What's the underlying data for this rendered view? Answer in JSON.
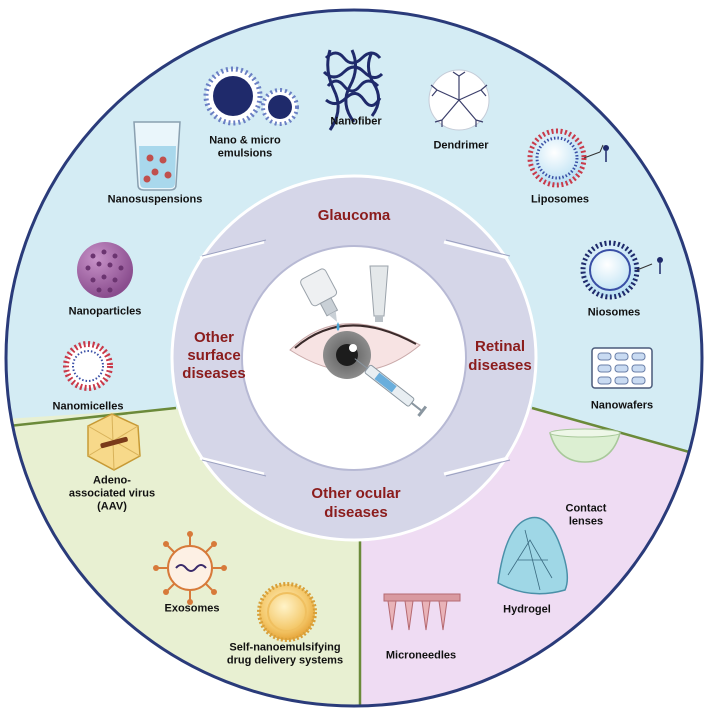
{
  "disease_segments": {
    "top": "Glaucoma",
    "right_line1": "Retinal",
    "right_line2": "diseases",
    "bottom_line1": "Other ocular",
    "bottom_line2": "diseases",
    "left_line1": "Other",
    "left_line2": "surface",
    "left_line3": "diseases"
  },
  "carriers": {
    "nano_micro_emulsions_1": "Nano & micro",
    "nano_micro_emulsions_2": "emulsions",
    "nanofiber": "Nanofiber",
    "dendrimer": "Dendrimer",
    "liposomes": "Liposomes",
    "nanosuspensions": "Nanosuspensions",
    "nanoparticles": "Nanoparticles",
    "niosomes": "Niosomes",
    "nanomicelles": "Nanomicelles",
    "nanowafers": "Nanowafers",
    "aav_1": "Adeno-",
    "aav_2": "associated virus",
    "aav_3": "(AAV)",
    "exosomes": "Exosomes",
    "snedds_1": "Self-nanoemulsifying",
    "snedds_2": "drug delivery systems",
    "contact_lenses_1": "Contact",
    "contact_lenses_2": "lenses",
    "hydrogel": "Hydrogel",
    "microneedles": "Microneedles"
  },
  "colors": {
    "blue_region": "#d4ecf4",
    "green_region": "#e8f0d2",
    "purple_region": "#efdcf3",
    "ring": "#d5d6e8",
    "rim": "#5b3a7a",
    "navy": "#1f2a6b",
    "red_text": "#8b1c1c"
  },
  "icons": [
    "beaker-icon",
    "nano-micro-emulsion-icon",
    "nanofiber-icon",
    "dendrimer-icon",
    "liposome-icon",
    "nanoparticle-icon",
    "niosome-icon",
    "nanomicelle-icon",
    "nanowafer-icon",
    "aav-icon",
    "exosome-icon",
    "snedds-icon",
    "contact-lens-icon",
    "hydrogel-icon",
    "microneedle-icon",
    "eye-icon",
    "eye-dropper-icon",
    "ointment-tube-icon",
    "syringe-icon"
  ]
}
